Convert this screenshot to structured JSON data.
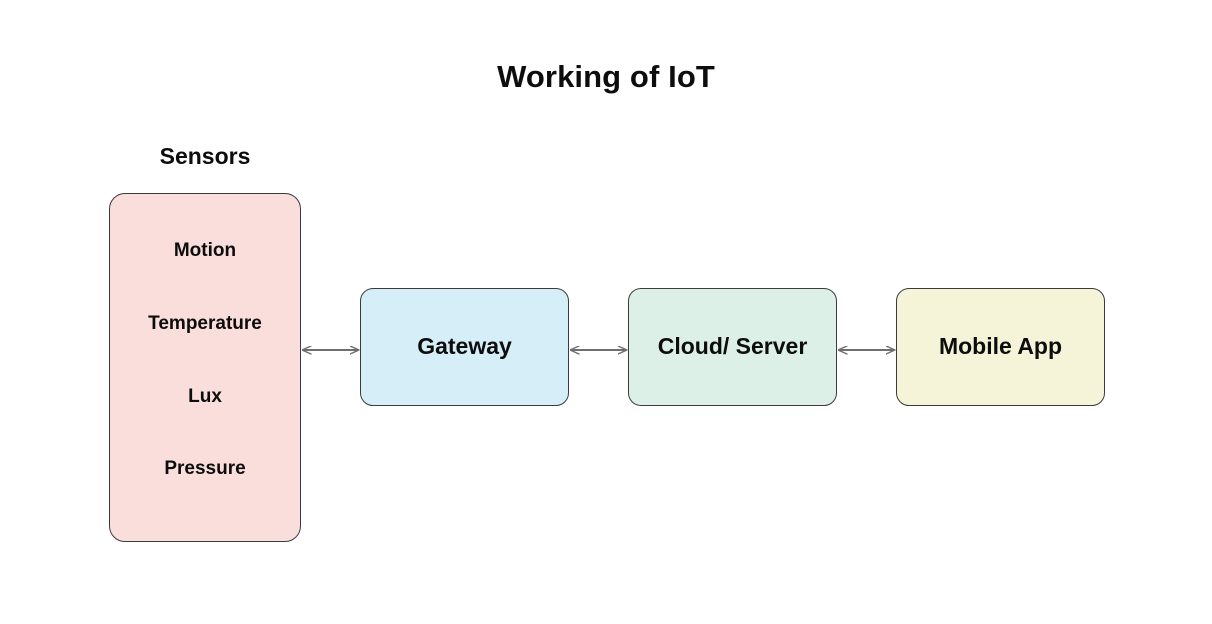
{
  "title": "Working of IoT",
  "groups": {
    "sensors": {
      "label": "Sensors",
      "color": "#f9dedb",
      "items": [
        {
          "label": "Motion"
        },
        {
          "label": "Temperature"
        },
        {
          "label": "Lux"
        },
        {
          "label": "Pressure"
        }
      ]
    }
  },
  "nodes": [
    {
      "id": "gateway",
      "label": "Gateway",
      "color": "#d6eef7"
    },
    {
      "id": "cloud",
      "label": "Cloud/ Server",
      "color": "#dcf0e8"
    },
    {
      "id": "mobile",
      "label": "Mobile App",
      "color": "#f5f4d8"
    }
  ],
  "connectors": [
    {
      "from": "sensors",
      "to": "gateway",
      "direction": "bidirectional",
      "color": "#6e6e6e"
    },
    {
      "from": "gateway",
      "to": "cloud",
      "direction": "bidirectional",
      "color": "#6e6e6e"
    },
    {
      "from": "cloud",
      "to": "mobile",
      "direction": "bidirectional",
      "color": "#6e6e6e"
    }
  ],
  "canvas": {
    "background": "#ffffff",
    "border_color": "#3b3b3b"
  }
}
